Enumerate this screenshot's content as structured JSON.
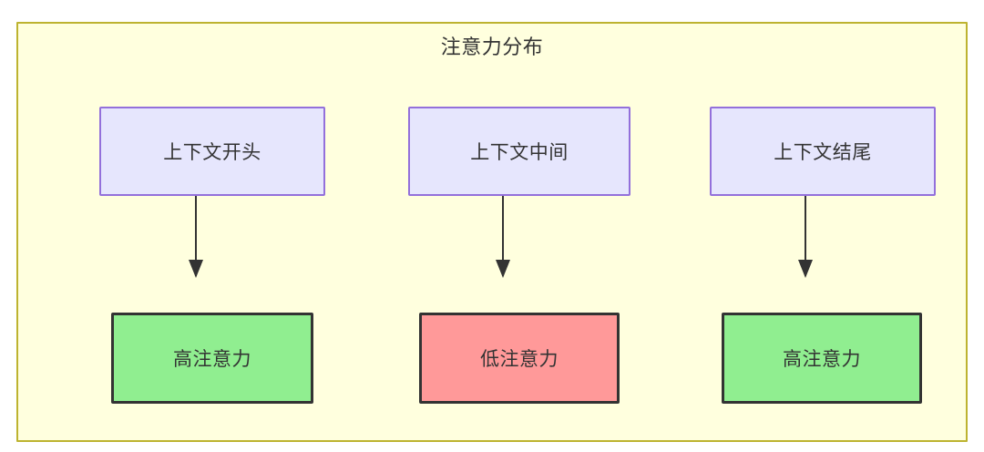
{
  "diagram": {
    "type": "flowchart",
    "title": "注意力分布",
    "container": {
      "label": "注意力分布",
      "fill": "#ffffde",
      "stroke": "#bdb330"
    },
    "nodes": [
      {
        "id": "ctx-start",
        "label": "上下文开头",
        "fill": "#e6e6fd",
        "stroke": "#9370db",
        "row": "top"
      },
      {
        "id": "ctx-middle",
        "label": "上下文中间",
        "fill": "#e6e6fd",
        "stroke": "#9370db",
        "row": "top"
      },
      {
        "id": "ctx-end",
        "label": "上下文结尾",
        "fill": "#e6e6fd",
        "stroke": "#9370db",
        "row": "top"
      },
      {
        "id": "attn-high-1",
        "label": "高注意力",
        "fill": "#90ee90",
        "stroke": "#333333",
        "row": "bottom"
      },
      {
        "id": "attn-low",
        "label": "低注意力",
        "fill": "#ff9999",
        "stroke": "#333333",
        "row": "bottom"
      },
      {
        "id": "attn-high-2",
        "label": "高注意力",
        "fill": "#90ee90",
        "stroke": "#333333",
        "row": "bottom"
      }
    ],
    "edges": [
      {
        "from": "ctx-start",
        "to": "attn-high-1",
        "label": "",
        "arrow": "filled-triangle"
      },
      {
        "from": "ctx-middle",
        "to": "attn-low",
        "label": "",
        "arrow": "filled-triangle"
      },
      {
        "from": "ctx-end",
        "to": "attn-high-2",
        "label": "",
        "arrow": "filled-triangle"
      }
    ],
    "edge_color": "#333333",
    "text_color": "#333333",
    "background": "#ffffff"
  }
}
